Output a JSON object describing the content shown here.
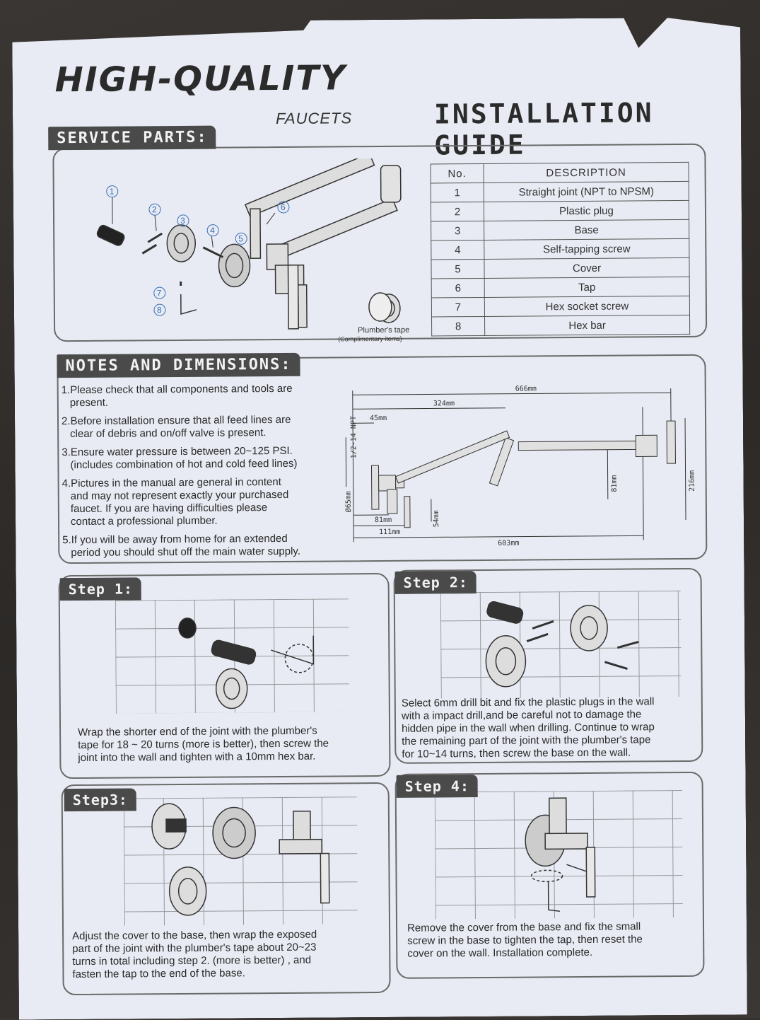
{
  "header": {
    "brand": "HIGH-QUALITY",
    "brand_sub": "FAUCETS",
    "title": "INSTALLATION GUIDE"
  },
  "service_parts": {
    "tab": "SERVICE PARTS:",
    "tape_label": "Plumber's tape",
    "tape_note": "(Complimentary items)",
    "callouts": [
      "1",
      "2",
      "3",
      "4",
      "5",
      "6",
      "7",
      "8"
    ],
    "table": {
      "headers": [
        "No.",
        "DESCRIPTION"
      ],
      "rows": [
        [
          "1",
          "Straight joint (NPT to NPSM)"
        ],
        [
          "2",
          "Plastic plug"
        ],
        [
          "3",
          "Base"
        ],
        [
          "4",
          "Self-tapping screw"
        ],
        [
          "5",
          "Cover"
        ],
        [
          "6",
          "Tap"
        ],
        [
          "7",
          "Hex socket screw"
        ],
        [
          "8",
          "Hex bar"
        ]
      ]
    }
  },
  "notes": {
    "tab": "NOTES AND DIMENSIONS:",
    "items": [
      [
        "1.Please check that all components and tools are",
        "present."
      ],
      [
        "2.Before installation ensure that all feed lines are",
        "clear of debris and on/off valve is present."
      ],
      [
        "3.Ensure water pressure is between 20~125 PSI.",
        "(includes combination of hot and cold feed lines)"
      ],
      [
        "4.Pictures in the manual are general in content",
        "and may not represent exactly your purchased",
        "faucet. If you are having difficulties please",
        "contact a professional plumber."
      ],
      [
        "5.If you will be away from home for an extended",
        "period you should shut off the main water supply."
      ]
    ],
    "dimensions": {
      "d666": "666mm",
      "d324": "324mm",
      "d45": "45mm",
      "npt": "1/2-14 NPT",
      "d65": "Ø65mm",
      "d81h": "81mm",
      "d216": "216mm",
      "d54": "54mm",
      "d81": "81mm",
      "d111": "111mm",
      "d603": "603mm"
    }
  },
  "steps": [
    {
      "tab": "Step 1:",
      "text": [
        "Wrap the shorter end of the joint with the plumber's",
        "tape for 18 ~ 20 turns (more is better), then screw the",
        "joint into the wall and tighten with a 10mm hex bar."
      ]
    },
    {
      "tab": "Step 2:",
      "text": [
        "Select 6mm drill bit and fix the plastic plugs in the wall",
        "with a impact drill,and be careful not to damage the",
        "hidden pipe in the wall when drilling. Continue to wrap",
        "the remaining part of the joint with the plumber's tape",
        "for 10~14 turns, then screw the base on the wall."
      ]
    },
    {
      "tab": "Step3:",
      "text": [
        "Adjust the cover to the base, then wrap the exposed",
        "part of the joint with the plumber's tape about 20~23",
        "turns in total including step 2. (more is better) , and",
        "fasten the tap to the end of the base."
      ]
    },
    {
      "tab": "Step 4:",
      "text": [
        "Remove the cover from the base and fix the small",
        "screw in the base to tighten the tap,  then reset the",
        "cover on the wall. Installation complete."
      ]
    }
  ]
}
